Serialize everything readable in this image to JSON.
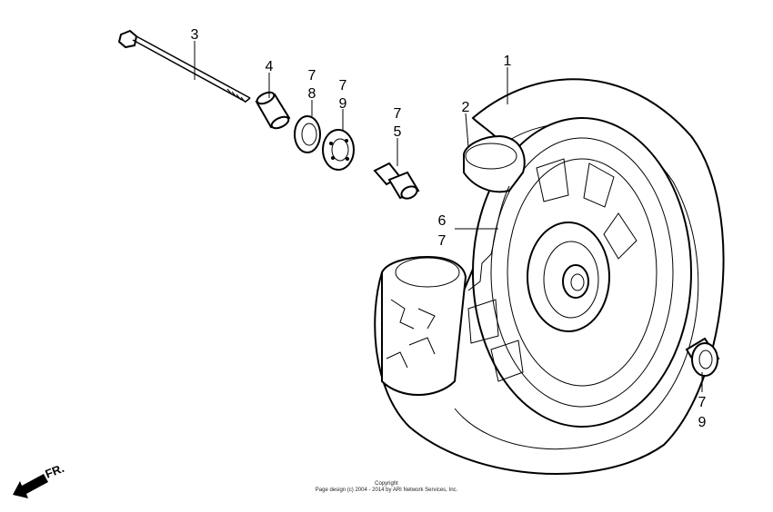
{
  "callouts": [
    {
      "id": "c1",
      "text": "1"
    },
    {
      "id": "c2",
      "text": "2"
    },
    {
      "id": "c3",
      "text": "3"
    },
    {
      "id": "c4",
      "text": "4"
    },
    {
      "id": "c7a",
      "text": "7"
    },
    {
      "id": "c8",
      "text": "8"
    },
    {
      "id": "c7b",
      "text": "7"
    },
    {
      "id": "c9a",
      "text": "9"
    },
    {
      "id": "c7c",
      "text": "7"
    },
    {
      "id": "c5",
      "text": "5"
    },
    {
      "id": "c6",
      "text": "6"
    },
    {
      "id": "c7d",
      "text": "7"
    },
    {
      "id": "c7e",
      "text": "7"
    },
    {
      "id": "c9b",
      "text": "9"
    }
  ],
  "direction_label": "FR.",
  "copyright": {
    "line1": "Copyright",
    "line2": "Page design (c) 2004 - 2014 by ARI Network Services, Inc."
  }
}
